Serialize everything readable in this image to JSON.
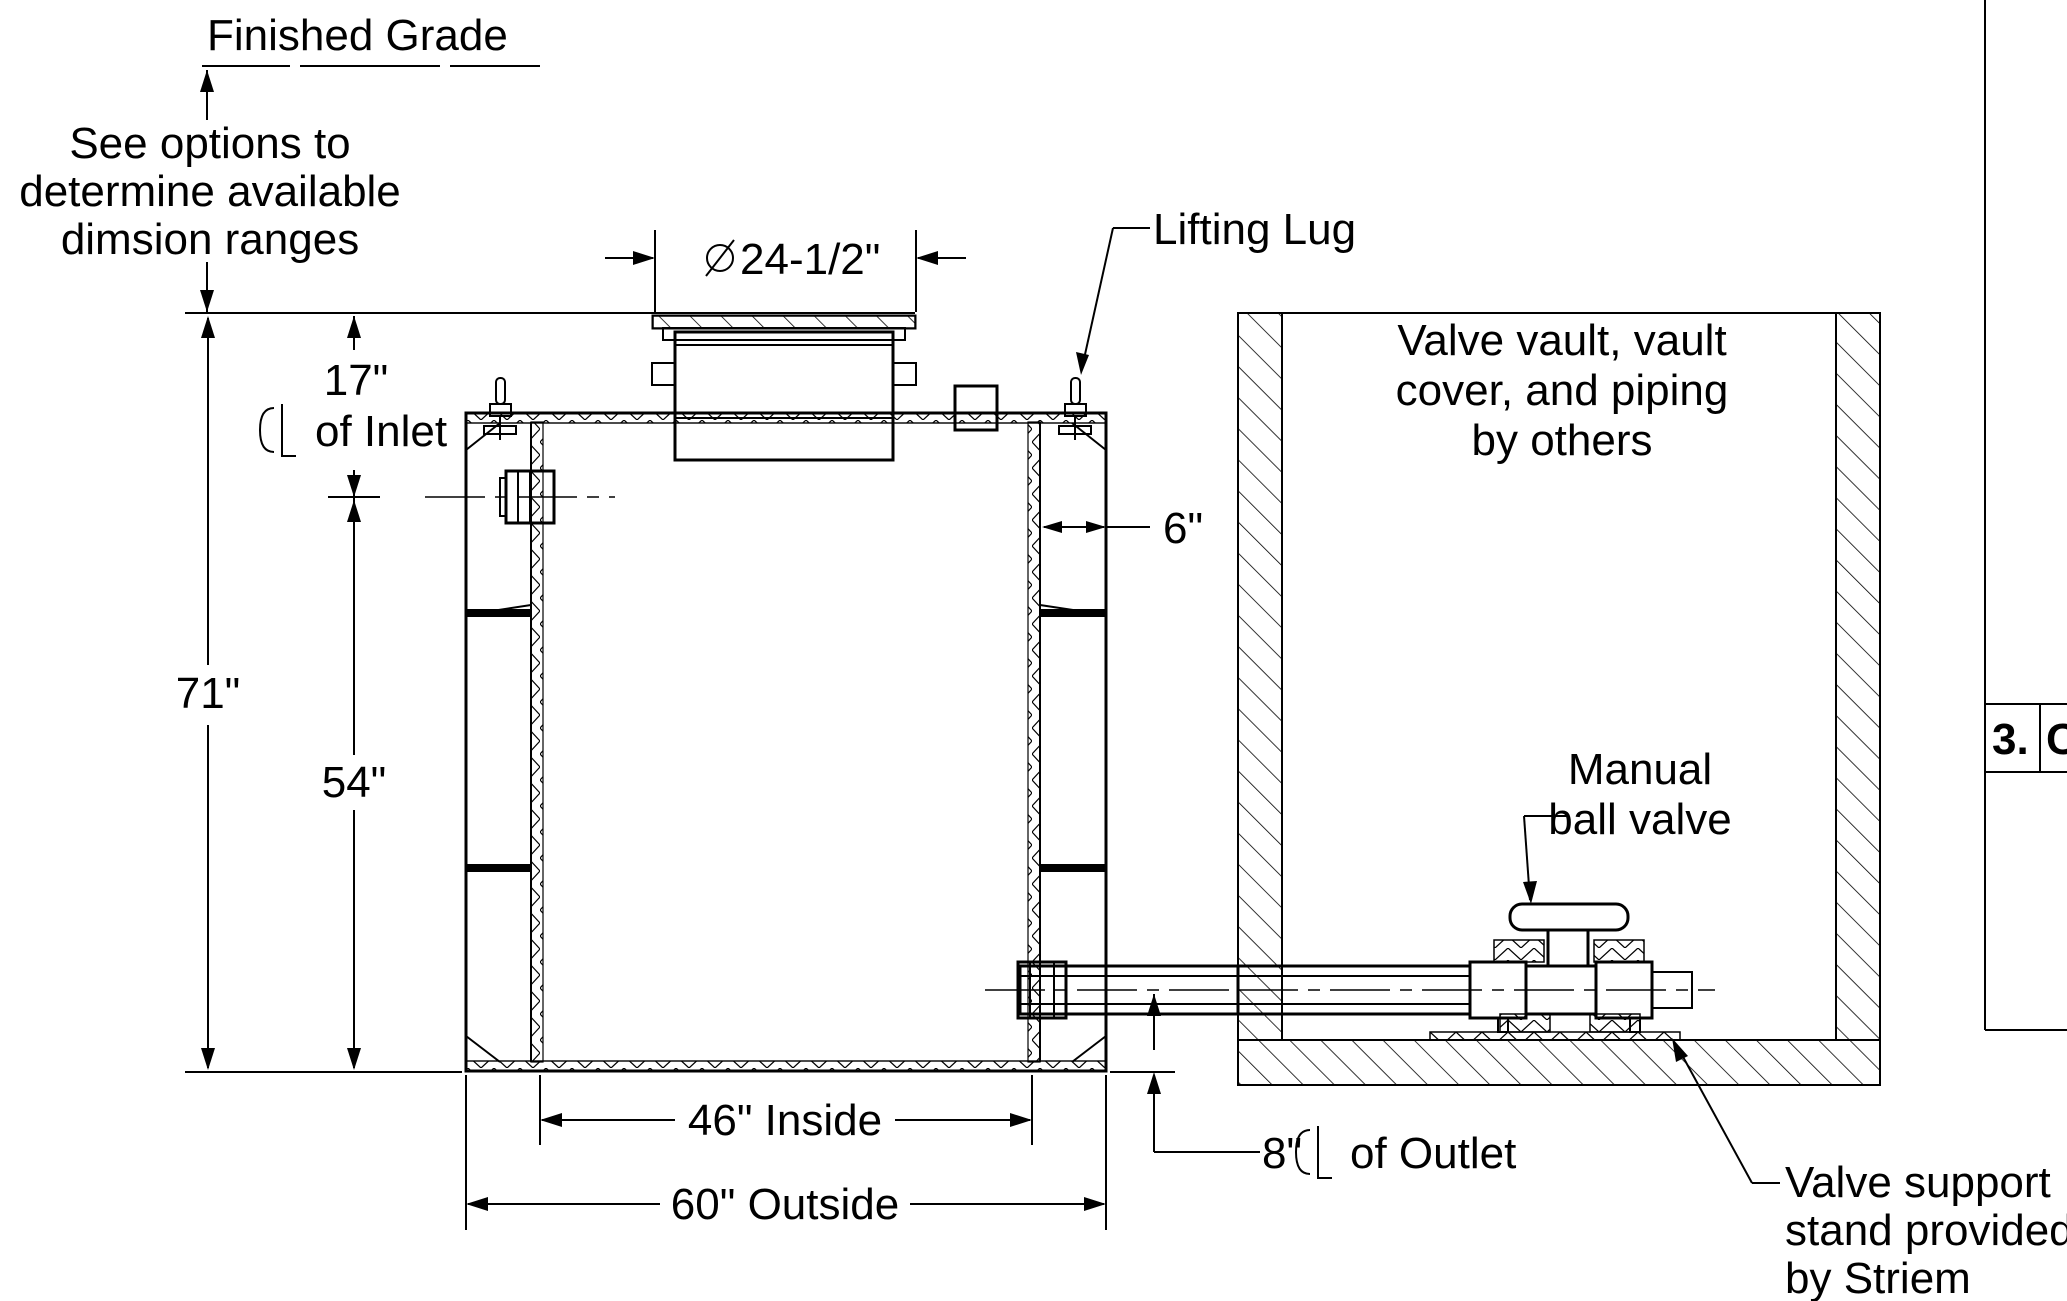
{
  "labels": {
    "finished_grade": "Finished Grade",
    "see_options_1": "See options to",
    "see_options_2": "determine available",
    "see_options_3": "dimsion ranges",
    "diameter": "24-1/2\"",
    "lifting_lug": "Lifting Lug",
    "inlet_depth": "17\"",
    "cl_inlet": "of Inlet",
    "wall_thickness": "6\"",
    "total_height": "71\"",
    "inlet_height": "54\"",
    "inside_width": "46\" Inside",
    "outside_width": "60\" Outside",
    "outlet_height": "8\"",
    "cl_outlet": "of Outlet",
    "valve_vault_1": "Valve vault, vault",
    "valve_vault_2": "cover, and piping",
    "valve_vault_3": "by others",
    "manual_valve_1": "Manual",
    "manual_valve_2": "ball valve",
    "support_1": "Valve support",
    "support_2": "stand provided",
    "support_3": "by Striem",
    "table_row_number": "3.",
    "table_row_text": "C"
  },
  "symbols": {
    "diameter": "diameter-symbol",
    "centerline": "centerline-symbol"
  }
}
